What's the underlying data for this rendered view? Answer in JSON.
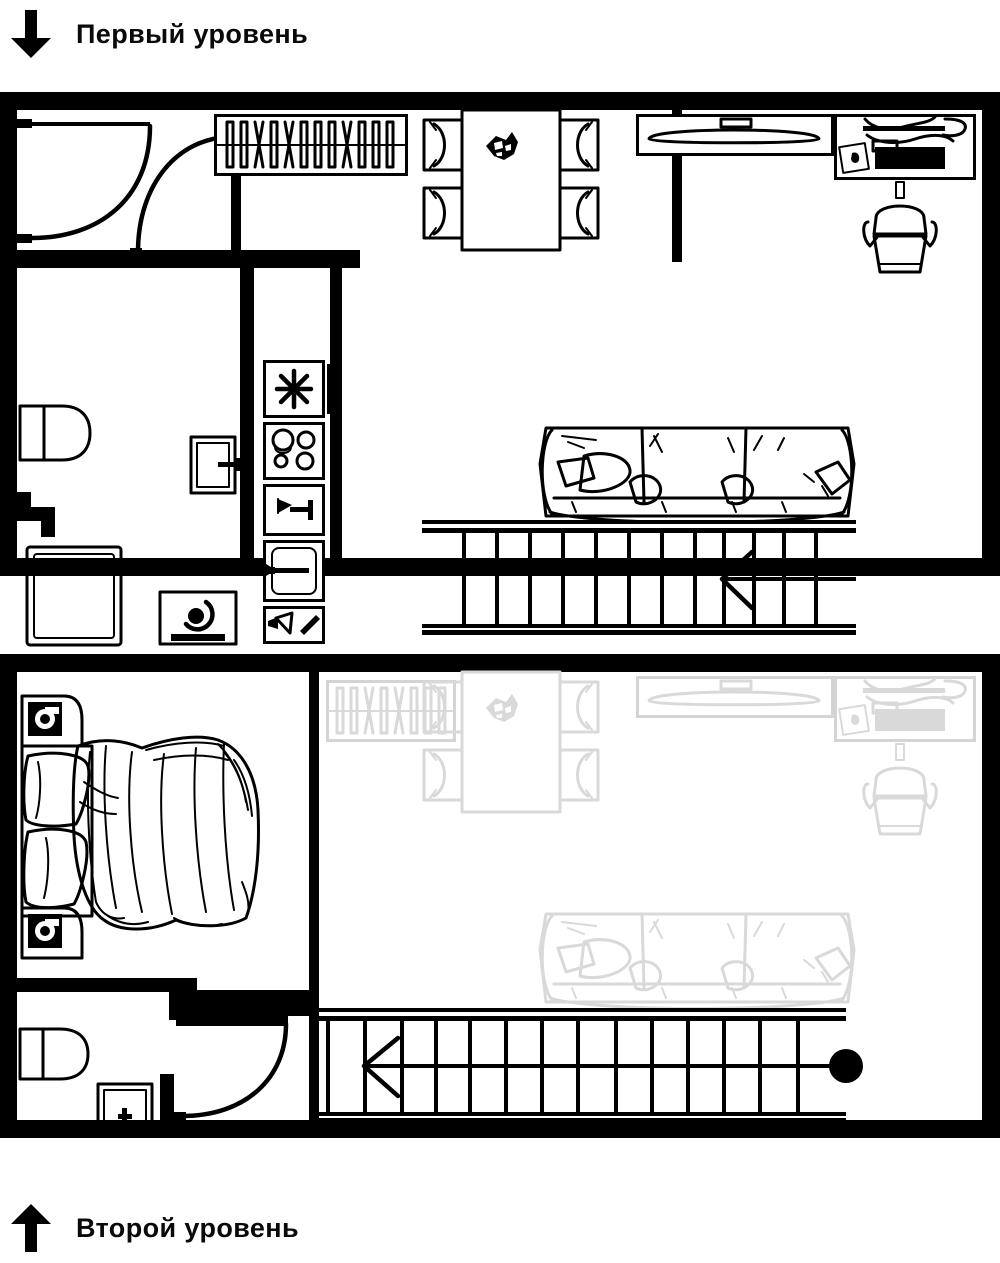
{
  "document": {
    "kind": "two-level-apartment-floor-plan",
    "line_color": "#000000",
    "wall_color": "#000000",
    "floor_color": "#ffffff",
    "ghost_color": "#d9d9d9",
    "background": "#ffffff"
  },
  "levels": [
    {
      "id": "first",
      "caption": "Первый уровень",
      "arrow_icon": "arrow-down-icon",
      "arrow_direction": "down",
      "rooms": [
        {
          "name": "entry-hall",
          "label": ""
        },
        {
          "name": "bathroom",
          "label": ""
        },
        {
          "name": "kitchen",
          "label": ""
        },
        {
          "name": "living-dining",
          "label": ""
        }
      ],
      "furniture": [
        "entry-door",
        "interior-door",
        "wardrobe-with-clothes",
        "toilet",
        "wash-basin",
        "shower-tray",
        "washing-machine",
        "refrigerator",
        "cooktop-four-burners",
        "glassware-cabinet",
        "kitchen-sink",
        "utensils-drawer",
        "dining-table",
        "dining-chair",
        "desk-with-monitor",
        "keyboard-and-mouse",
        "office-chair",
        "three-seat-sofa",
        "staircase-down"
      ],
      "stair": {
        "steps": 12,
        "direction_icon": "arrow-left-icon",
        "direction": "left"
      }
    },
    {
      "id": "second",
      "caption": "Второй уровень",
      "arrow_icon": "arrow-up-icon",
      "arrow_direction": "up",
      "rooms": [
        {
          "name": "bedroom",
          "label": ""
        },
        {
          "name": "bathroom",
          "label": ""
        },
        {
          "name": "void-over-living",
          "label": ""
        }
      ],
      "furniture": [
        "double-bed",
        "bed-pillow",
        "duvet",
        "night-stand-with-lamp",
        "toilet",
        "wash-basin",
        "interior-door",
        "staircase-up",
        "start-point-marker"
      ],
      "ghost_furniture": [
        "wardrobe-with-clothes",
        "dining-table",
        "dining-chair",
        "desk-with-monitor",
        "keyboard-and-mouse",
        "office-chair",
        "three-seat-sofa"
      ],
      "stair": {
        "steps": 13,
        "direction_icon": "arrow-left-icon",
        "direction": "left"
      }
    }
  ]
}
